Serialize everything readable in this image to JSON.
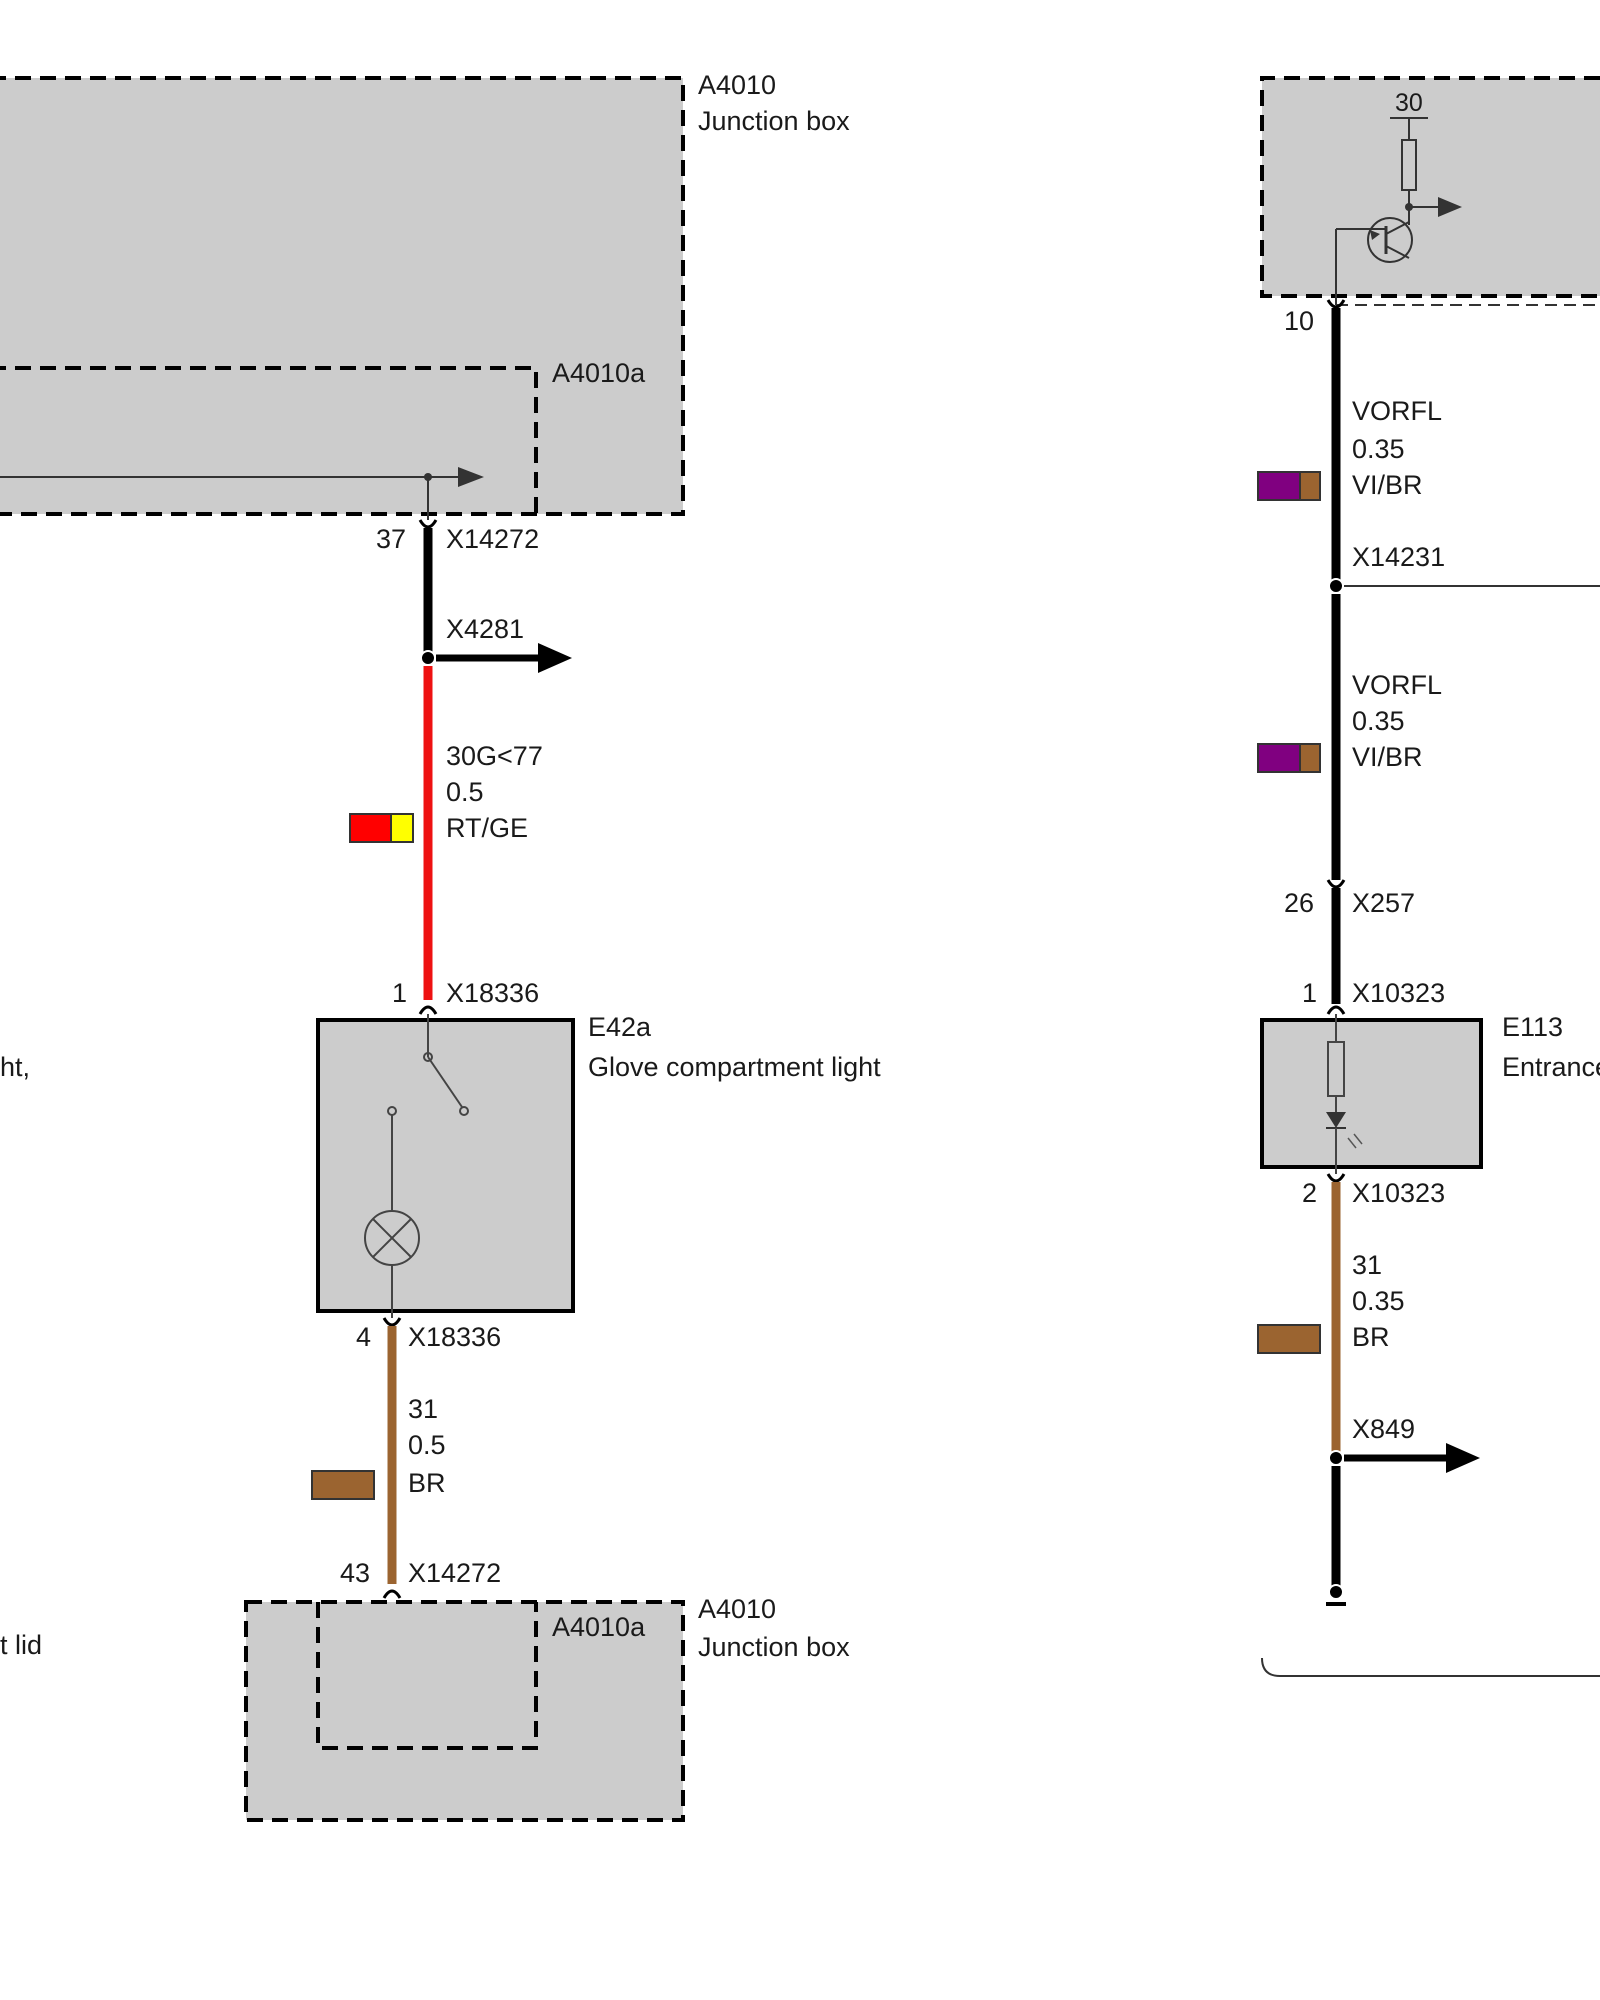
{
  "left_circuit": {
    "junction_box_top": {
      "code": "A4010",
      "name": "Junction box"
    },
    "sub_module_top": {
      "code": "A4010a"
    },
    "pin_37": {
      "pin": "37",
      "connector": "X14272"
    },
    "splice_x4281": {
      "connector": "X4281"
    },
    "wire_red": {
      "signal": "30G<77",
      "gauge": "0.5",
      "color_code": "RT/GE",
      "colors": [
        "#ff0000",
        "#ffff00"
      ]
    },
    "pin_1": {
      "pin": "1",
      "connector": "X18336"
    },
    "component": {
      "code": "E42a",
      "name": "Glove compartment light"
    },
    "pin_4": {
      "pin": "4",
      "connector": "X18336"
    },
    "wire_brown": {
      "signal": "31",
      "gauge": "0.5",
      "color_code": "BR",
      "colors": [
        "#9b6430"
      ]
    },
    "pin_43": {
      "pin": "43",
      "connector": "X14272"
    },
    "sub_module_bottom": {
      "code": "A4010a"
    },
    "junction_box_bottom": {
      "code": "A4010",
      "name": "Junction box"
    }
  },
  "edge_text": {
    "fragment_1": "ht,",
    "fragment_2": "t lid"
  },
  "right_circuit": {
    "terminal_30": "30",
    "pin_10": {
      "pin": "10"
    },
    "wire_1": {
      "signal": "VORFL",
      "gauge": "0.35",
      "color_code": "VI/BR",
      "colors": [
        "#800080",
        "#9b6430"
      ]
    },
    "splice_x14231": {
      "connector": "X14231"
    },
    "wire_2": {
      "signal": "VORFL",
      "gauge": "0.35",
      "color_code": "VI/BR",
      "colors": [
        "#800080",
        "#9b6430"
      ]
    },
    "pin_26": {
      "pin": "26",
      "connector": "X257"
    },
    "pin_1": {
      "pin": "1",
      "connector": "X10323"
    },
    "component": {
      "code": "E113",
      "name": "Entrance"
    },
    "pin_2": {
      "pin": "2",
      "connector": "X10323"
    },
    "wire_brown": {
      "signal": "31",
      "gauge": "0.35",
      "color_code": "BR",
      "colors": [
        "#9b6430"
      ]
    },
    "splice_x849": {
      "connector": "X849"
    }
  },
  "colors": {
    "box_fill": "#cccccc",
    "wire_black": "#000000",
    "wire_red": "#ee1111",
    "wire_brown": "#9b6430"
  }
}
